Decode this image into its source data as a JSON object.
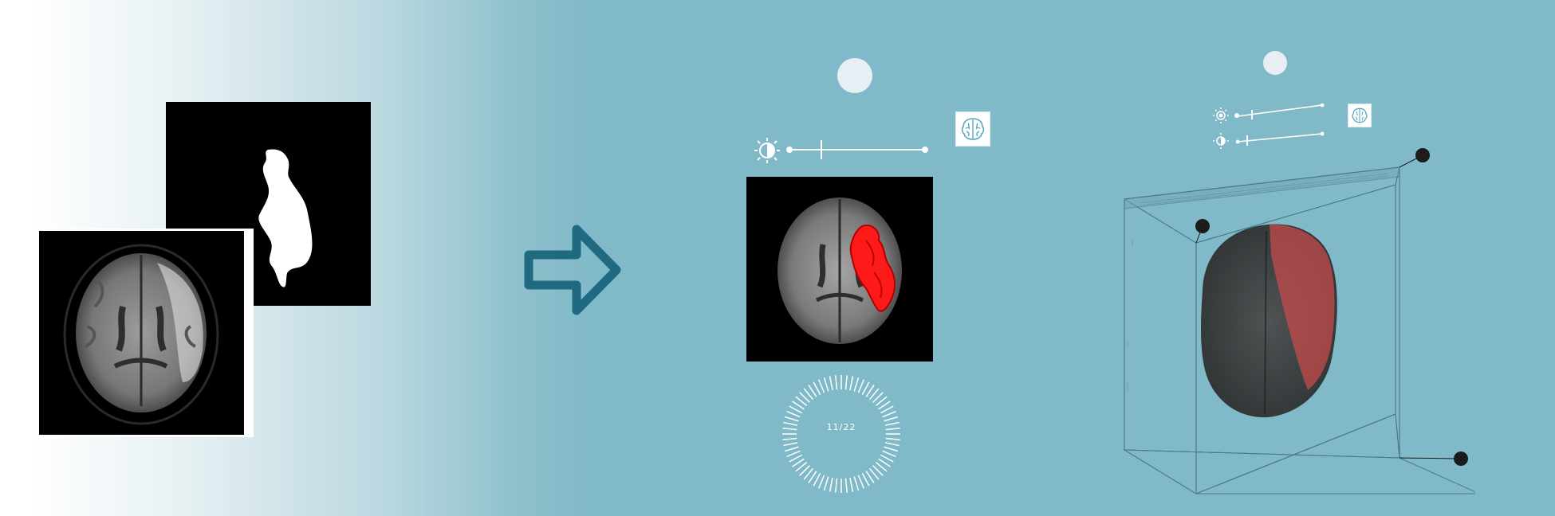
{
  "input": {
    "scan_label": "",
    "mask_label": ""
  },
  "viewer2d": {
    "slice_counter": "11/22",
    "contrast_icon": "brightness-contrast-icon",
    "brain_icon": "brain-icon",
    "overlay_color": "#ff0000",
    "contrast_level": 0.25
  },
  "viewer3d": {
    "contrast_icon": "brightness-contrast-icon",
    "opacity_icon": "contrast-icon",
    "brain_icon": "brain-icon",
    "slider1_level": 0.18,
    "slider2_level": 0.12
  },
  "colors": {
    "arrow": "#1f6a80",
    "accent_bg": "#80b9c8",
    "lesion": "#ff1a1a"
  }
}
